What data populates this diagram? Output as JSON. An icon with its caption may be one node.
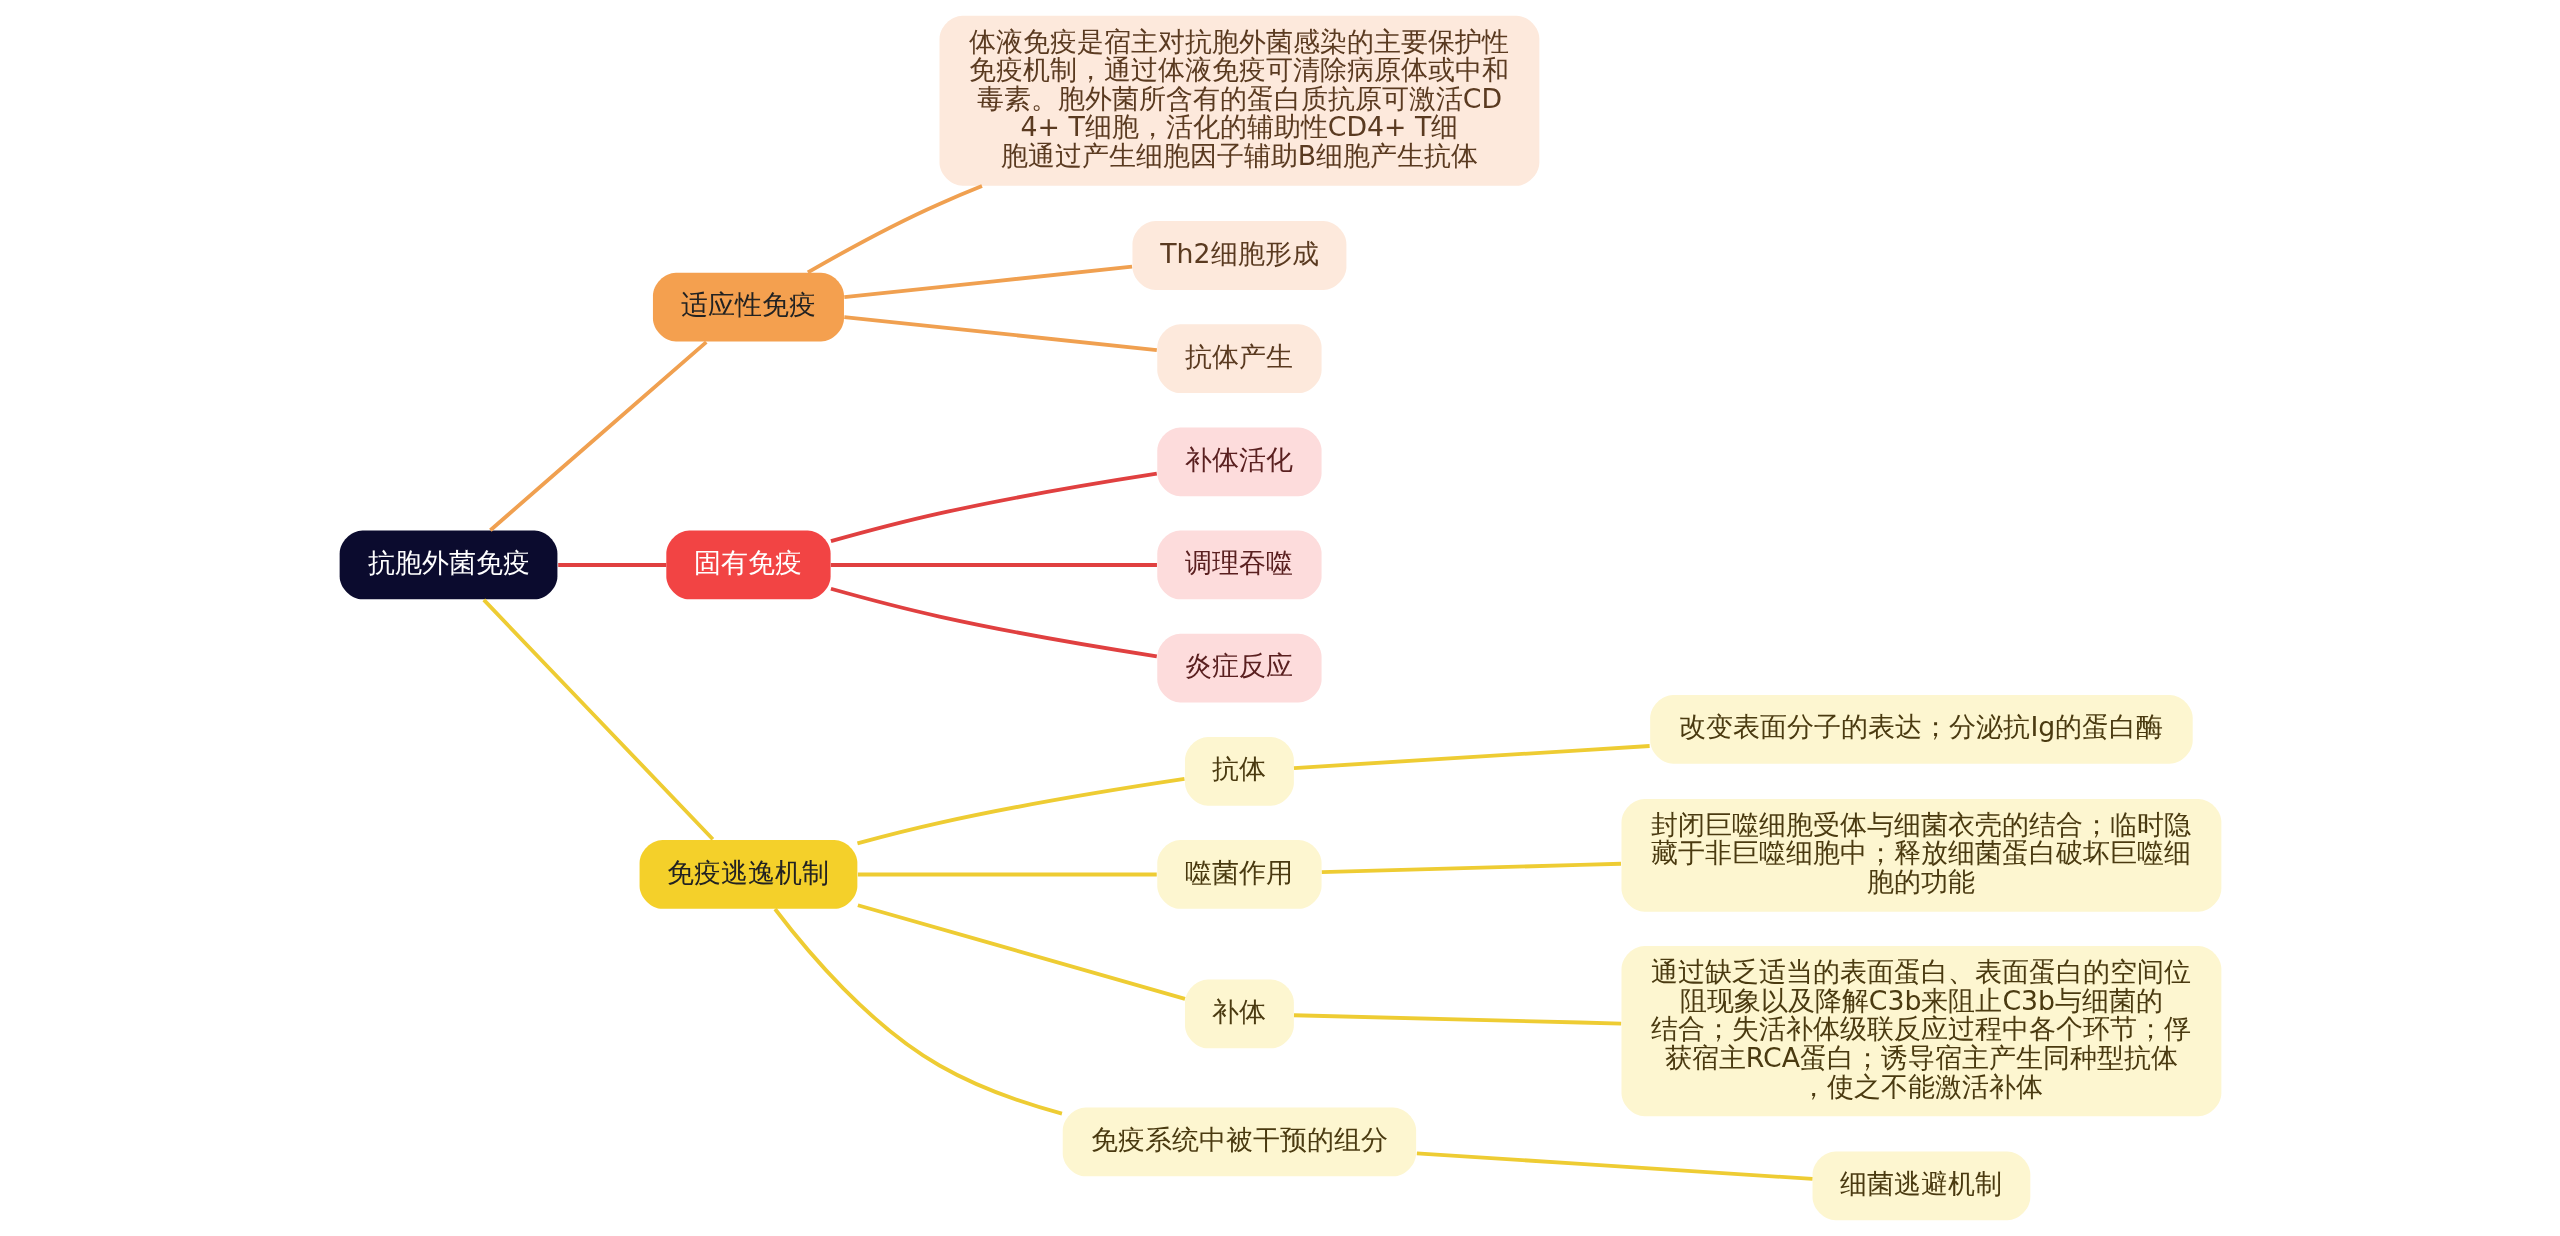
{
  "diagram": {
    "nodes": [
      {
        "text": [
          "抗胞外菌免疫"
        ]
      },
      {
        "text": [
          "适应性免疫"
        ]
      },
      {
        "text": [
          "体液免疫是宿主对抗胞外菌感染的主要保护性免疫机制，通过体液免疫可清除病原体或中和毒素。胞外菌所含有的蛋白质抗原可激活CD4+ T细胞，活化的辅助性CD4+ T细胞通过产生细胞因子辅助B细胞产生抗体"
        ]
      },
      {
        "text": [
          "Th2细胞形成"
        ]
      },
      {
        "text": [
          "抗体产生"
        ]
      },
      {
        "text": [
          "固有免疫"
        ]
      },
      {
        "text": [
          "补体活化"
        ]
      },
      {
        "text": [
          "调理吞噬"
        ]
      },
      {
        "text": [
          "炎症反应"
        ]
      },
      {
        "text": [
          "免疫逃逸机制"
        ]
      },
      {
        "text": [
          "抗体"
        ]
      },
      {
        "text": [
          "改变表面分子的表达；分泌抗Ig的蛋白酶"
        ]
      },
      {
        "text": [
          "噬菌作用"
        ]
      },
      {
        "text": [
          "封闭巨噬细胞受体与细菌衣壳的结合；临时隐藏于非巨噬细胞中；释放细菌蛋白破坏巨噬细胞的功能"
        ]
      },
      {
        "text": [
          "补体"
        ]
      },
      {
        "text": [
          "通过缺乏适当的表面蛋白、表面蛋白的空间位阻现象以及降解C3b来阻止C3b与细菌的结合；失活补体级联反应过程中各个环节；俘获宿主RCA蛋白；诱导宿主产生同种型抗体，使之不能激活补体"
        ]
      },
      {
        "text": [
          "免疫系统中被干预的组分"
        ]
      },
      {
        "text": [
          "细菌逃避机制"
        ]
      }
    ],
    "edges": [
      {
        "from": 0,
        "to": 1,
        "arrow": "none",
        "color": "#f0a050"
      },
      {
        "from": 1,
        "to": 2,
        "arrow": "none",
        "color": "#f0a050"
      },
      {
        "from": 1,
        "to": 3,
        "arrow": "none",
        "color": "#f0a050"
      },
      {
        "from": 1,
        "to": 4,
        "arrow": "none",
        "color": "#f0a050"
      },
      {
        "from": 0,
        "to": 5,
        "arrow": "none",
        "color": "#e04040"
      },
      {
        "from": 5,
        "to": 6,
        "arrow": "none",
        "color": "#e04040"
      },
      {
        "from": 5,
        "to": 7,
        "arrow": "none",
        "color": "#e04040"
      },
      {
        "from": 5,
        "to": 8,
        "arrow": "none",
        "color": "#e04040"
      },
      {
        "from": 0,
        "to": 9,
        "arrow": "none"
      },
      {
        "from": 9,
        "to": 10,
        "arrow": "none"
      },
      {
        "from": 10,
        "to": 11,
        "arrow": "none"
      },
      {
        "from": 9,
        "to": 12,
        "arrow": "none"
      },
      {
        "from": 12,
        "to": 13,
        "arrow": "none"
      },
      {
        "from": 9,
        "to": 14,
        "arrow": "none"
      },
      {
        "from": 14,
        "to": 15,
        "arrow": "none"
      },
      {
        "from": 9,
        "to": 16,
        "arrow": "none"
      },
      {
        "from": 16,
        "to": 17,
        "arrow": "none"
      }
    ]
  }
}
